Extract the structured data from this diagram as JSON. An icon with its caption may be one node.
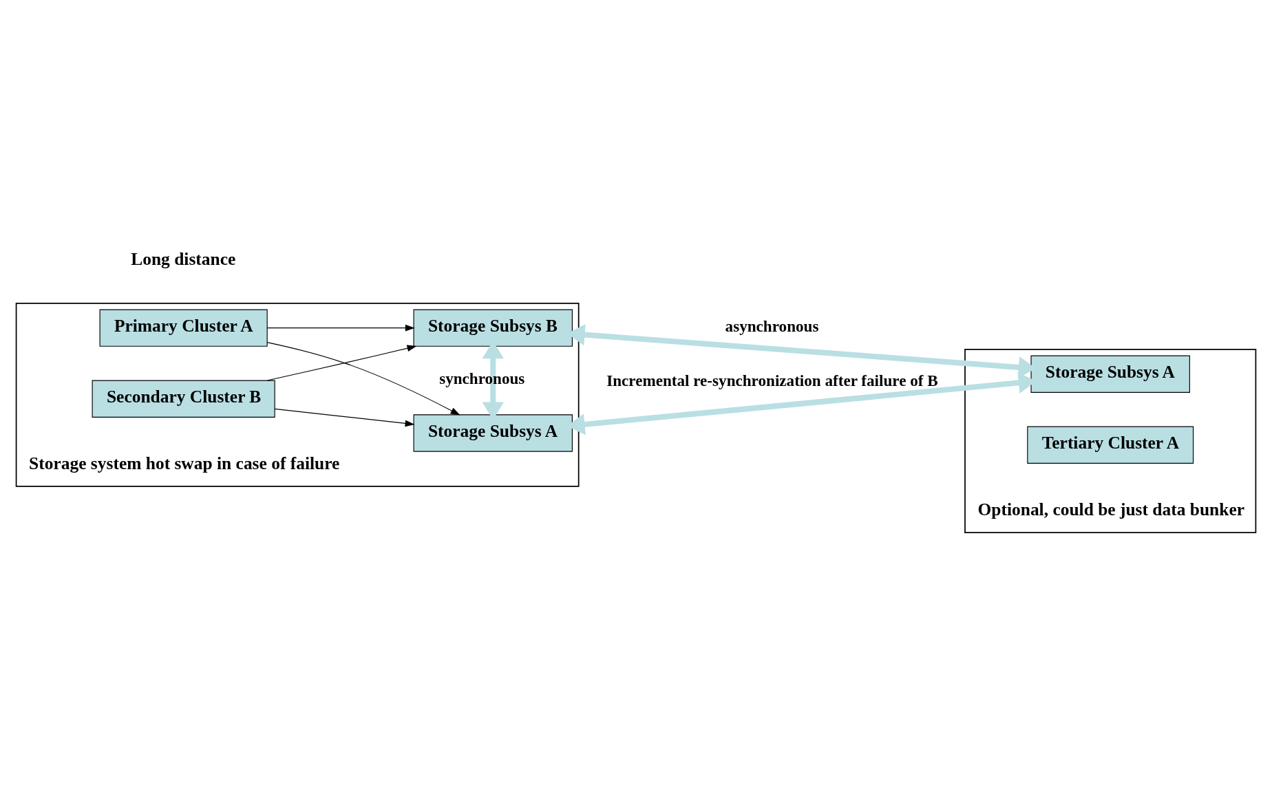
{
  "diagram": {
    "nodes": [
      {
        "text": [],
        "shape": "box"
      },
      {
        "text": [
          "Primary Cluster A"
        ],
        "in": 0
      },
      {
        "text": [
          "Storage Subsys A"
        ],
        "in": 0
      },
      {
        "text": [
          "Secondary Cluster B"
        ],
        "in": 0
      },
      {
        "text": [
          "Storage Subsys B"
        ],
        "in": 0
      },
      {
        "text": [],
        "shape": "box"
      },
      {
        "text": [
          "Storage Subsys A"
        ],
        "in": 5
      },
      {
        "text": [
          "Tertiary Cluster A"
        ],
        "in": 5
      }
    ],
    "edges": [
      {
        "from": 1,
        "to": 2,
        "arrow": "to"
      },
      {
        "from": 1,
        "to": 4,
        "arrow": "to"
      },
      {
        "from": 3,
        "to": 2,
        "arrow": "to"
      },
      {
        "from": 3,
        "to": 4,
        "arrow": "to"
      },
      {
        "from": 2,
        "to": 4,
        "arrow": "both",
        "label": "synchronous",
        "style": "thick",
        "color": "#b9dfe3"
      },
      {
        "from": 2,
        "to": 6,
        "arrow": "both",
        "label": "Incremental re-synchronization after failure of B",
        "style": "thick",
        "color": "#b9dfe3"
      },
      {
        "from": 4,
        "to": 6,
        "arrow": "both",
        "label": "asynchronous",
        "style": "thick",
        "color": "#b9dfe3"
      }
    ],
    "labels": [
      "Storage system hot swap in case of failure",
      "Long distance",
      "Optional, could be just data bunker"
    ]
  }
}
